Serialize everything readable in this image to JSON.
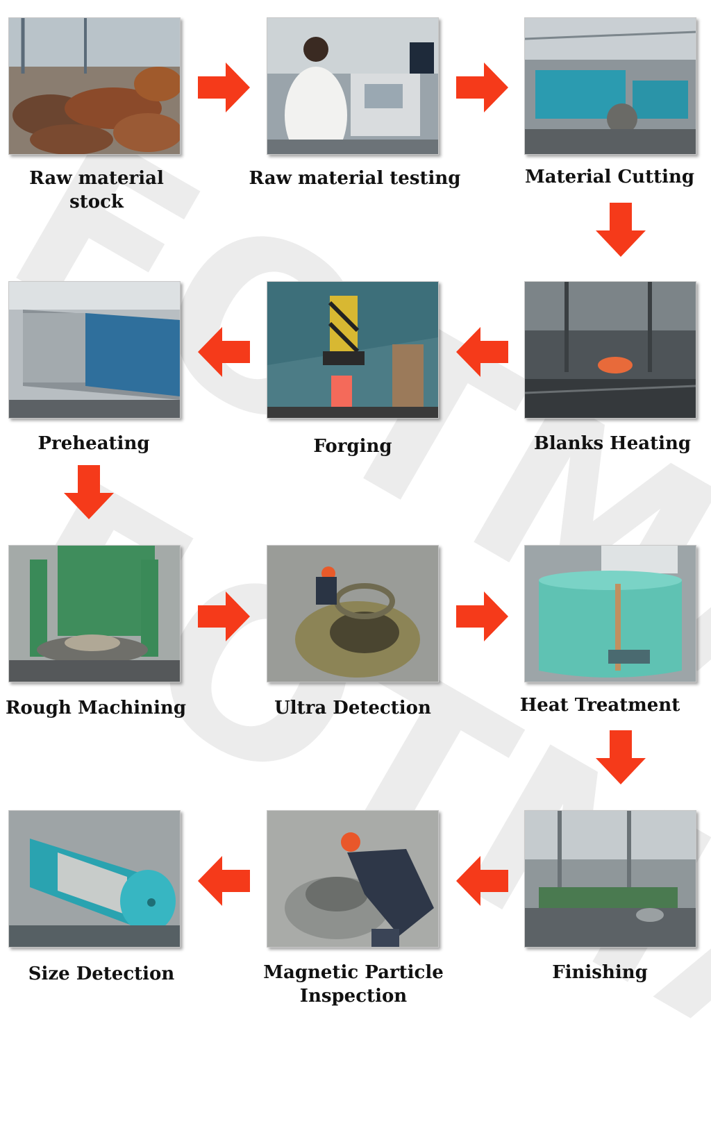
{
  "watermark": "FOTMA",
  "arrow_color": "#f53a1a",
  "steps": [
    {
      "label": "Raw material stock"
    },
    {
      "label": "Raw material testing"
    },
    {
      "label": "Material Cutting"
    },
    {
      "label": "Blanks Heating"
    },
    {
      "label": "Forging"
    },
    {
      "label": "Preheating"
    },
    {
      "label": "Rough Machining"
    },
    {
      "label": "Ultra Detection"
    },
    {
      "label": "Heat Treatment"
    },
    {
      "label": "Finishing"
    },
    {
      "label": "Magnetic Particle Inspection"
    },
    {
      "label": "Size Detection"
    }
  ],
  "flow": [
    {
      "from": 0,
      "to": 1,
      "direction": "right"
    },
    {
      "from": 1,
      "to": 2,
      "direction": "right"
    },
    {
      "from": 2,
      "to": 3,
      "direction": "down"
    },
    {
      "from": 3,
      "to": 4,
      "direction": "left"
    },
    {
      "from": 4,
      "to": 5,
      "direction": "left"
    },
    {
      "from": 5,
      "to": 6,
      "direction": "down"
    },
    {
      "from": 6,
      "to": 7,
      "direction": "right"
    },
    {
      "from": 7,
      "to": 8,
      "direction": "right"
    },
    {
      "from": 8,
      "to": 9,
      "direction": "down"
    },
    {
      "from": 9,
      "to": 10,
      "direction": "left"
    },
    {
      "from": 10,
      "to": 11,
      "direction": "left"
    }
  ]
}
